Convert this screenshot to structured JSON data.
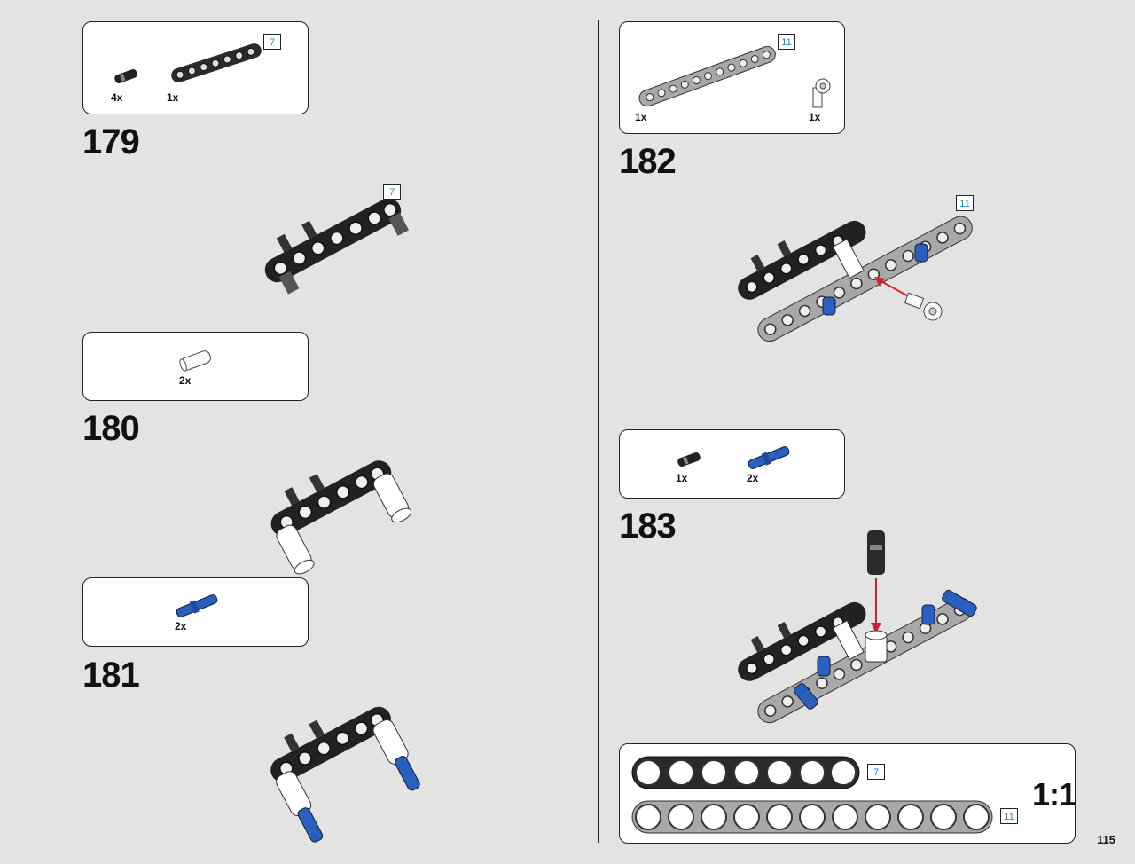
{
  "page": {
    "number": "115"
  },
  "steps": [
    {
      "number": "179",
      "parts": [
        {
          "qty": "4x",
          "part": "pin"
        },
        {
          "qty": "1x",
          "part": "black-beam"
        }
      ],
      "badge": "7"
    },
    {
      "number": "180",
      "parts": [
        {
          "qty": "2x",
          "part": "white-connector"
        }
      ]
    },
    {
      "number": "181",
      "parts": [
        {
          "qty": "2x",
          "part": "blue-axle-pin"
        }
      ]
    },
    {
      "number": "182",
      "parts": [
        {
          "qty": "1x",
          "part": "gray-beam"
        },
        {
          "qty": "1x",
          "part": "white-connector"
        }
      ],
      "badge": "11"
    },
    {
      "number": "183",
      "parts": [
        {
          "qty": "1x",
          "part": "pin"
        },
        {
          "qty": "2x",
          "part": "blue-axle-pin"
        }
      ]
    }
  ],
  "scale_panel": {
    "label": "1:1",
    "beam_short_badge": "7",
    "beam_long_badge": "11"
  },
  "colors": {
    "background": "#e3e3e3",
    "badge_text": "#1a8ad1",
    "arrow": "#d0202a",
    "blue_part": "#2a5fc0",
    "gray_beam": "#a8a8a8",
    "black_beam": "#222222"
  },
  "icons": [
    "pin-icon",
    "black-beam-icon",
    "white-connector-icon",
    "blue-axle-pin-icon",
    "gray-beam-icon"
  ]
}
